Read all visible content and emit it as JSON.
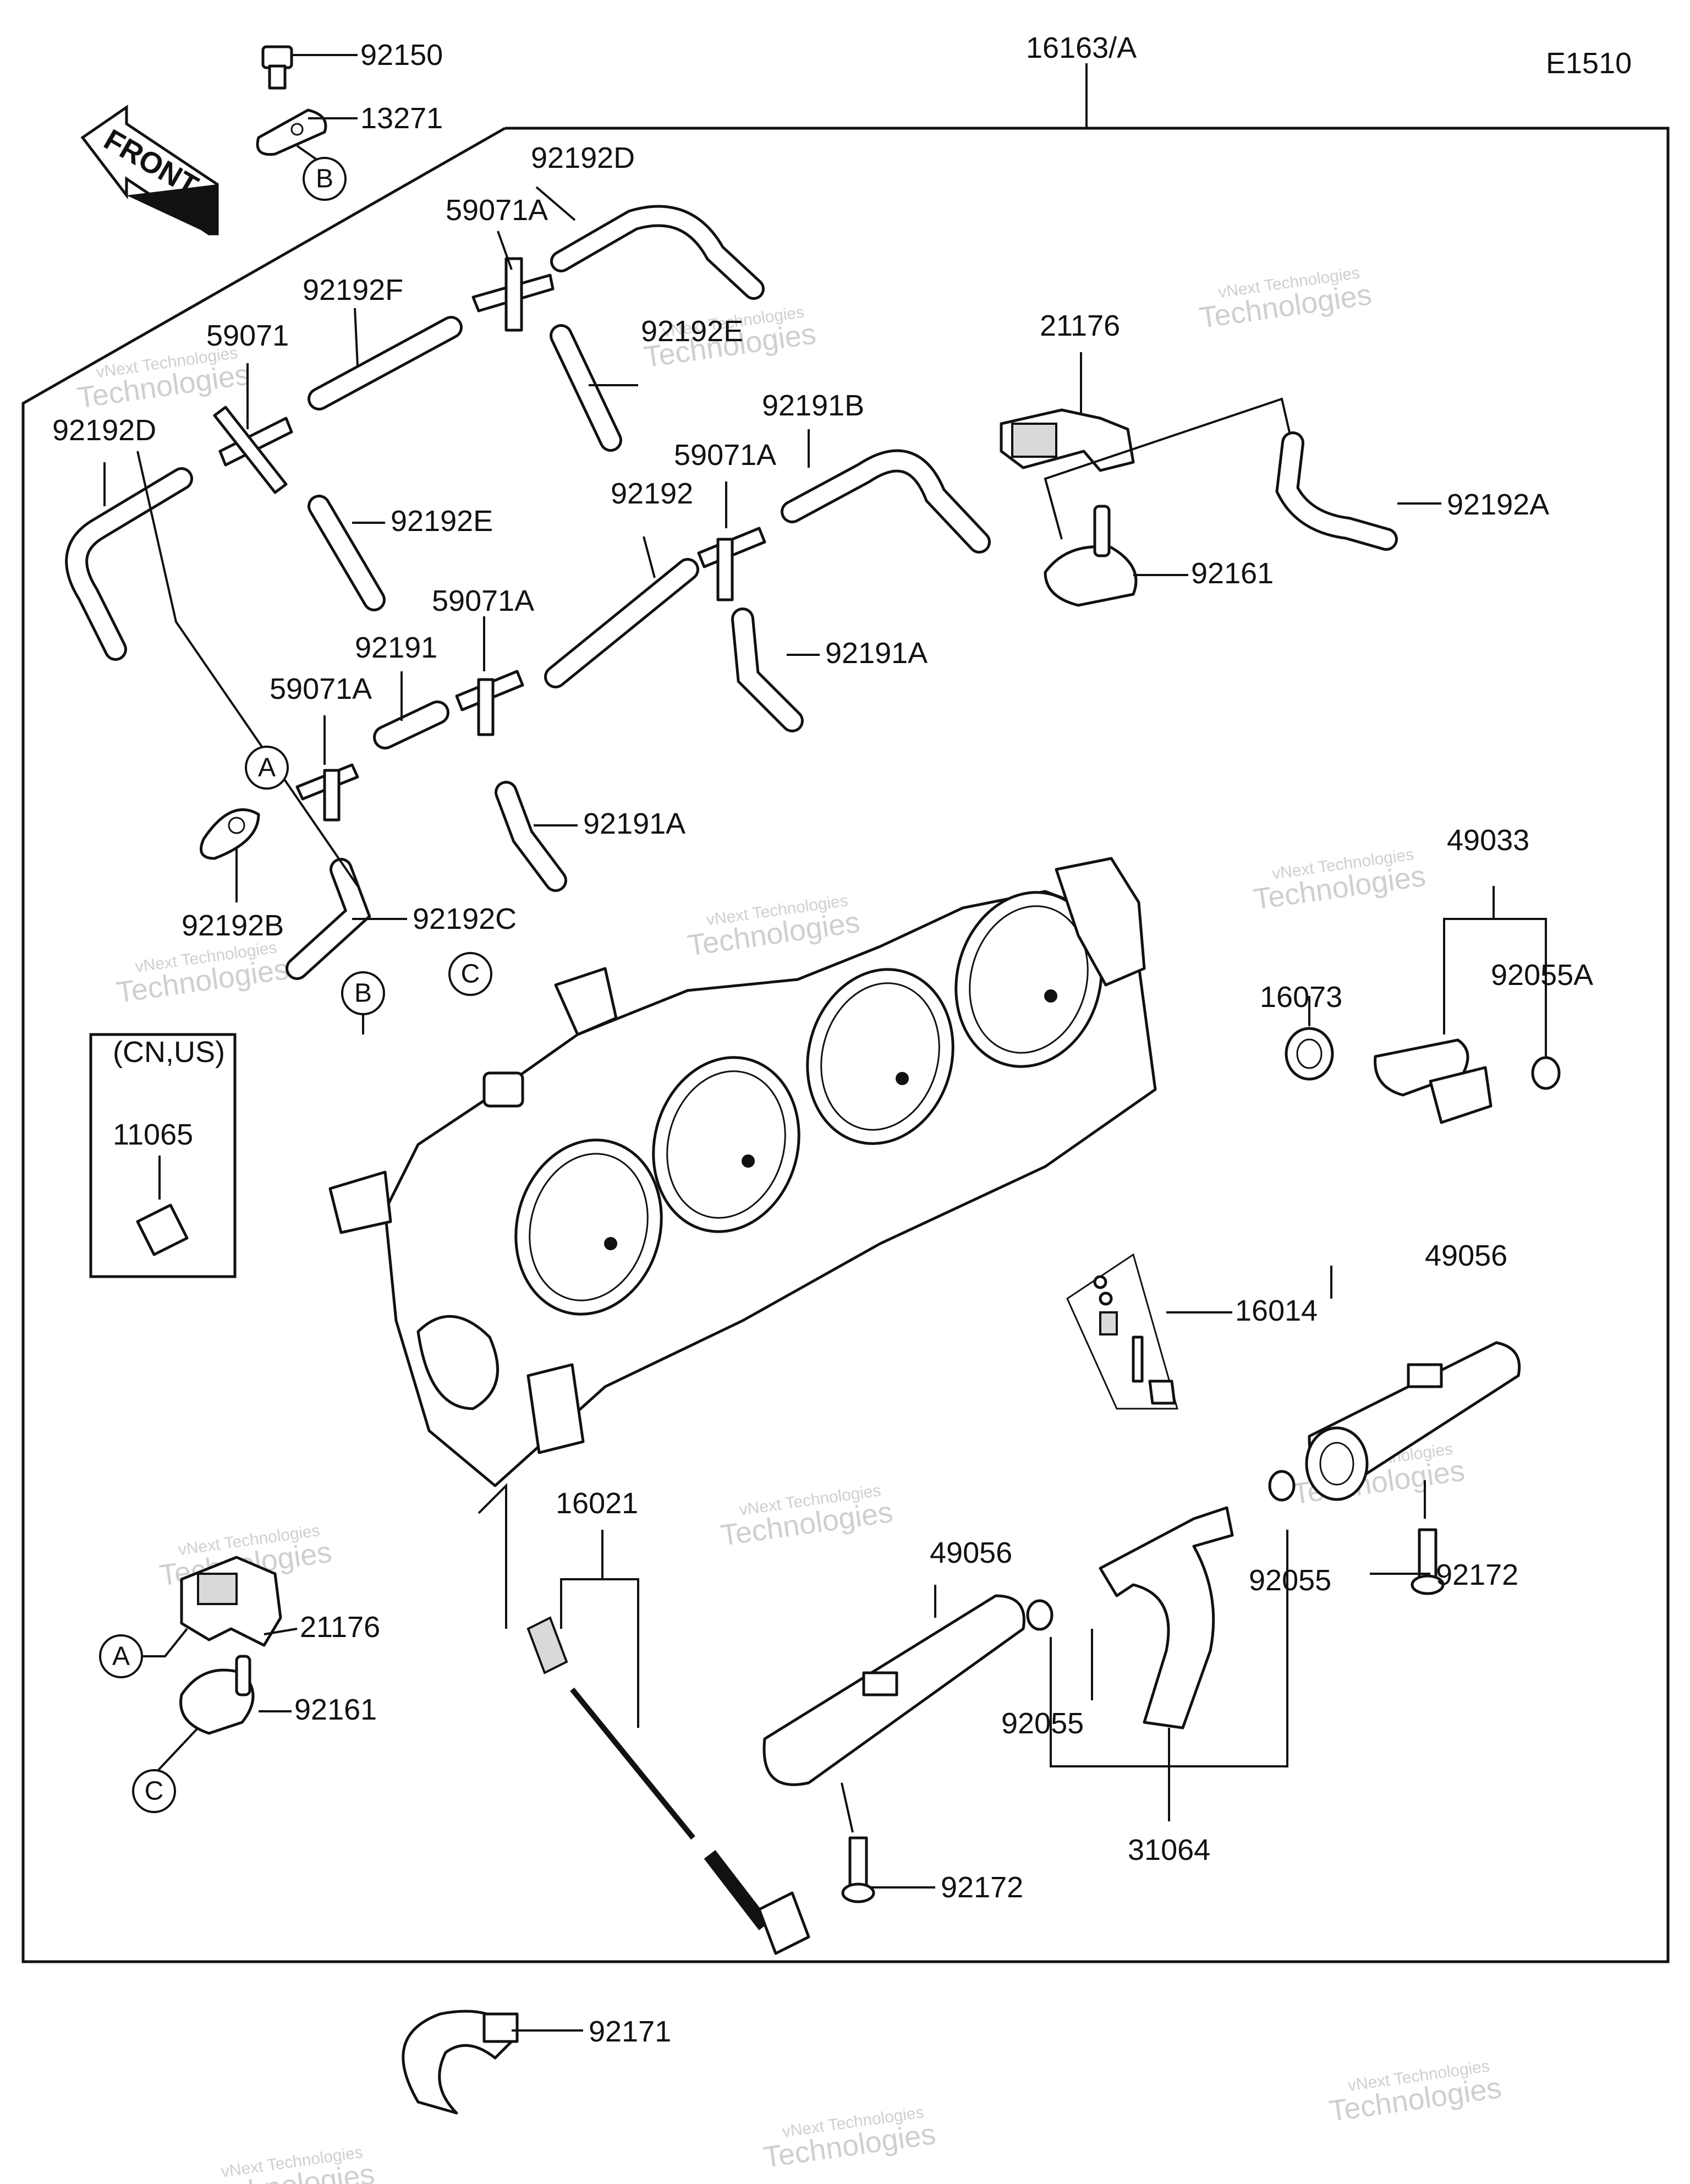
{
  "diagram_code": "E1510",
  "front_arrow_label": "FRONT",
  "watermark": {
    "line1": "vNext Technologies",
    "line2": "Technologies",
    "line3": "vNext"
  },
  "optional_box": {
    "region": "(CN,US)",
    "part": "11065"
  },
  "reference_circles": [
    "A",
    "B",
    "C"
  ],
  "callouts": [
    {
      "id": "c01",
      "text": "92150"
    },
    {
      "id": "c02",
      "text": "13271"
    },
    {
      "id": "c03",
      "text": "16163/A"
    },
    {
      "id": "c04",
      "text": "92192D"
    },
    {
      "id": "c05",
      "text": "59071A"
    },
    {
      "id": "c06",
      "text": "92192F"
    },
    {
      "id": "c07",
      "text": "59071"
    },
    {
      "id": "c08",
      "text": "92192E"
    },
    {
      "id": "c09",
      "text": "92192D"
    },
    {
      "id": "c10",
      "text": "92192E"
    },
    {
      "id": "c11",
      "text": "21176"
    },
    {
      "id": "c12",
      "text": "92191B"
    },
    {
      "id": "c13",
      "text": "59071A"
    },
    {
      "id": "c14",
      "text": "92192A"
    },
    {
      "id": "c15",
      "text": "92192"
    },
    {
      "id": "c16",
      "text": "92161"
    },
    {
      "id": "c17",
      "text": "59071A"
    },
    {
      "id": "c18",
      "text": "92191"
    },
    {
      "id": "c19",
      "text": "92191A"
    },
    {
      "id": "c20",
      "text": "59071A"
    },
    {
      "id": "c21",
      "text": "92191A"
    },
    {
      "id": "c22",
      "text": "92192B"
    },
    {
      "id": "c23",
      "text": "92192C"
    },
    {
      "id": "c24",
      "text": "49033"
    },
    {
      "id": "c25",
      "text": "92055A"
    },
    {
      "id": "c26",
      "text": "16073"
    },
    {
      "id": "c27",
      "text": "16014"
    },
    {
      "id": "c28",
      "text": "49056"
    },
    {
      "id": "c29",
      "text": "16021"
    },
    {
      "id": "c30",
      "text": "49056"
    },
    {
      "id": "c31",
      "text": "92055"
    },
    {
      "id": "c32",
      "text": "92172"
    },
    {
      "id": "c33",
      "text": "21176"
    },
    {
      "id": "c34",
      "text": "92055"
    },
    {
      "id": "c35",
      "text": "92161"
    },
    {
      "id": "c36",
      "text": "31064"
    },
    {
      "id": "c37",
      "text": "92172"
    },
    {
      "id": "c38",
      "text": "92171"
    }
  ]
}
